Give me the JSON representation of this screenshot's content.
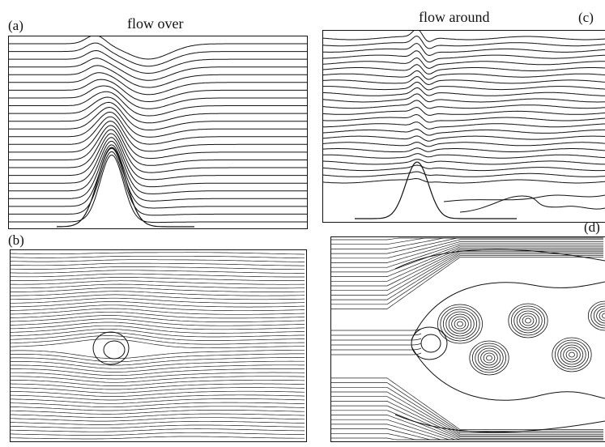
{
  "figure": {
    "panel_a": {
      "letter": "(a)"
    },
    "panel_b": {
      "letter": "(b)"
    },
    "panel_c": {
      "letter": "(c)"
    },
    "panel_d": {
      "letter": "(d)"
    },
    "left_column_title": "flow over",
    "right_column_title": "flow around"
  }
}
